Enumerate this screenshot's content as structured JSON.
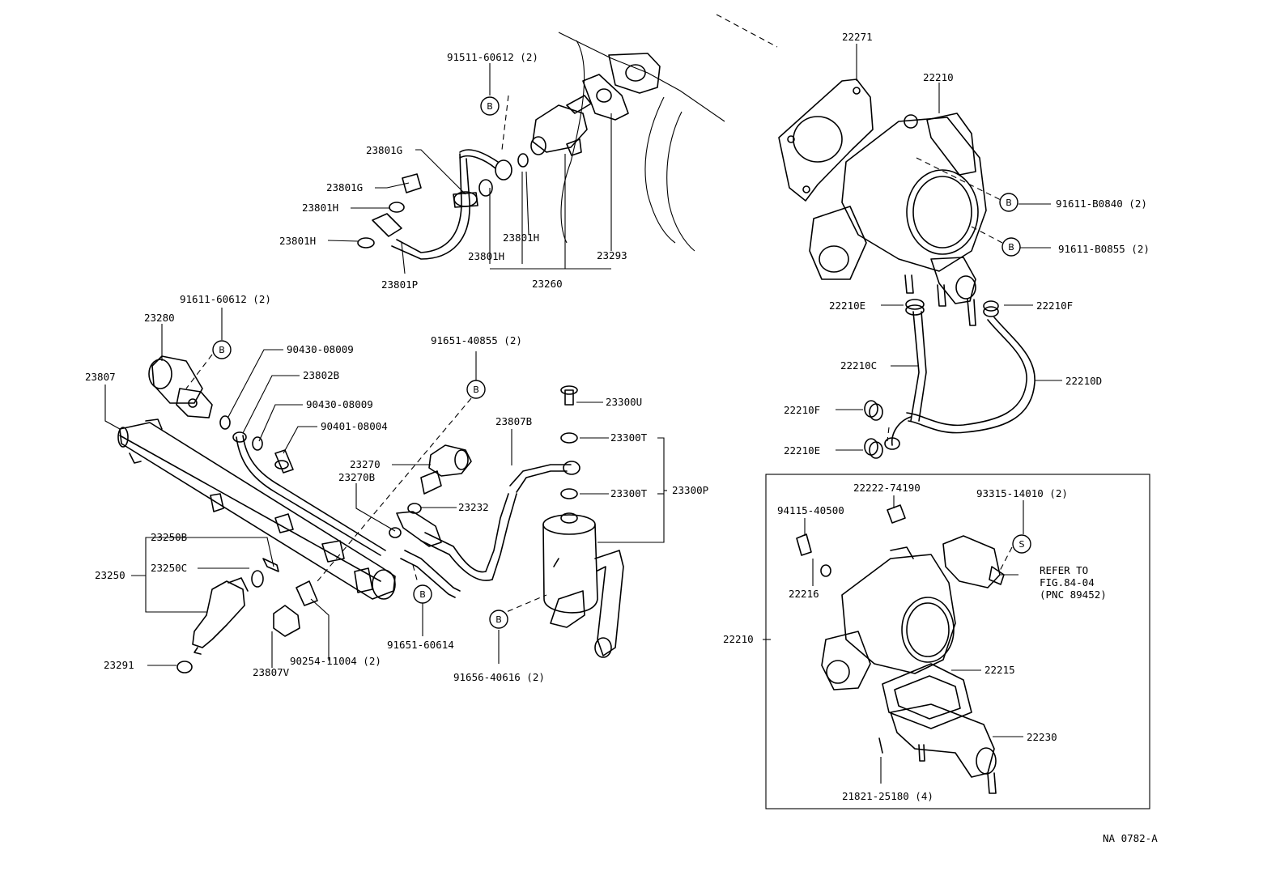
{
  "diagram_code": "NA 0782-A",
  "callout_letters": {
    "b": "B",
    "s": "S"
  },
  "labels": {
    "p91511_60612": "91511-60612 (2)",
    "p23801G_a": "23801G",
    "p23801G_b": "23801G",
    "p23801H_a": "23801H",
    "p23801H_b": "23801H",
    "p23801H_c": "23801H",
    "p23801H_d": "23801H",
    "p23801P": "23801P",
    "p23260": "23260",
    "p23293": "23293",
    "p22271": "22271",
    "p22210_top": "22210",
    "p91611_B0840": "91611-B0840 (2)",
    "p91611_B0855": "91611-B0855 (2)",
    "p22210E_a": "22210E",
    "p22210F_a": "22210F",
    "p22210C": "22210C",
    "p22210D": "22210D",
    "p22210F_b": "22210F",
    "p22210E_b": "22210E",
    "p91611_60612": "91611-60612 (2)",
    "p23280": "23280",
    "p23807": "23807",
    "p90430_a": "90430-08009",
    "p23802B": "23802B",
    "p90430_b": "90430-08009",
    "p90401": "90401-08004",
    "p91651_40855": "91651-40855 (2)",
    "p23270": "23270",
    "p23270B": "23270B",
    "p23232": "23232",
    "p23807B": "23807B",
    "p23300U": "23300U",
    "p23300T_a": "23300T",
    "p23300T_b": "23300T",
    "p23300P": "23300P",
    "p23250B": "23250B",
    "p23250": "23250",
    "p23250C": "23250C",
    "p23291": "23291",
    "p23807V": "23807V",
    "p90254": "90254-11004 (2)",
    "p91651_60614": "91651-60614",
    "p91656": "91656-40616 (2)",
    "p22222": "22222-74190",
    "p94115": "94115-40500",
    "p93315": "93315-14010 (2)",
    "p22216": "22216",
    "p22210_box": "22210",
    "p22215": "22215",
    "p22230": "22230",
    "p21821": "21821-25180 (4)",
    "refer1": "REFER TO",
    "refer2": "FIG.84-04",
    "refer3": "(PNC 89452)"
  }
}
